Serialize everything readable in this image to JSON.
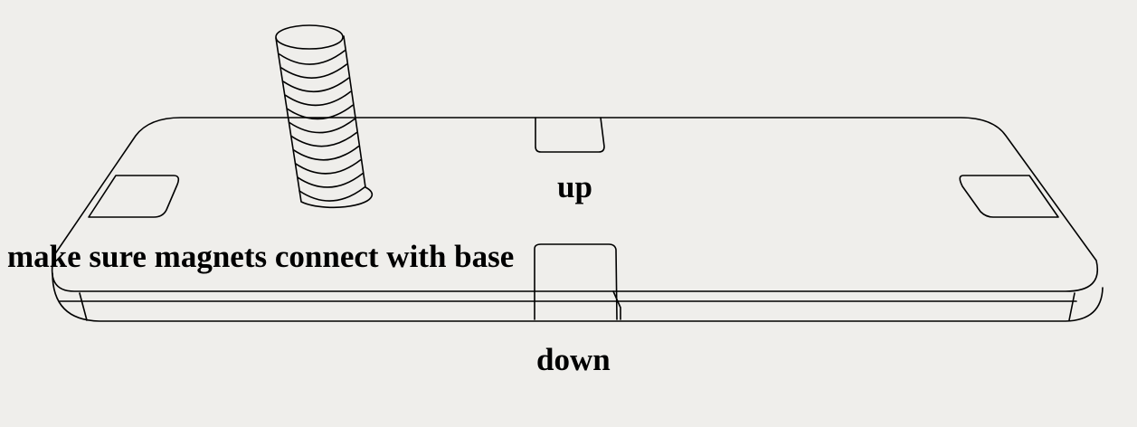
{
  "labels": {
    "up": "up",
    "magnets_note": "make sure magnets connect with base",
    "down": "down"
  },
  "colors": {
    "background": "#efeeeb",
    "line": "#000000",
    "text": "#000000"
  }
}
